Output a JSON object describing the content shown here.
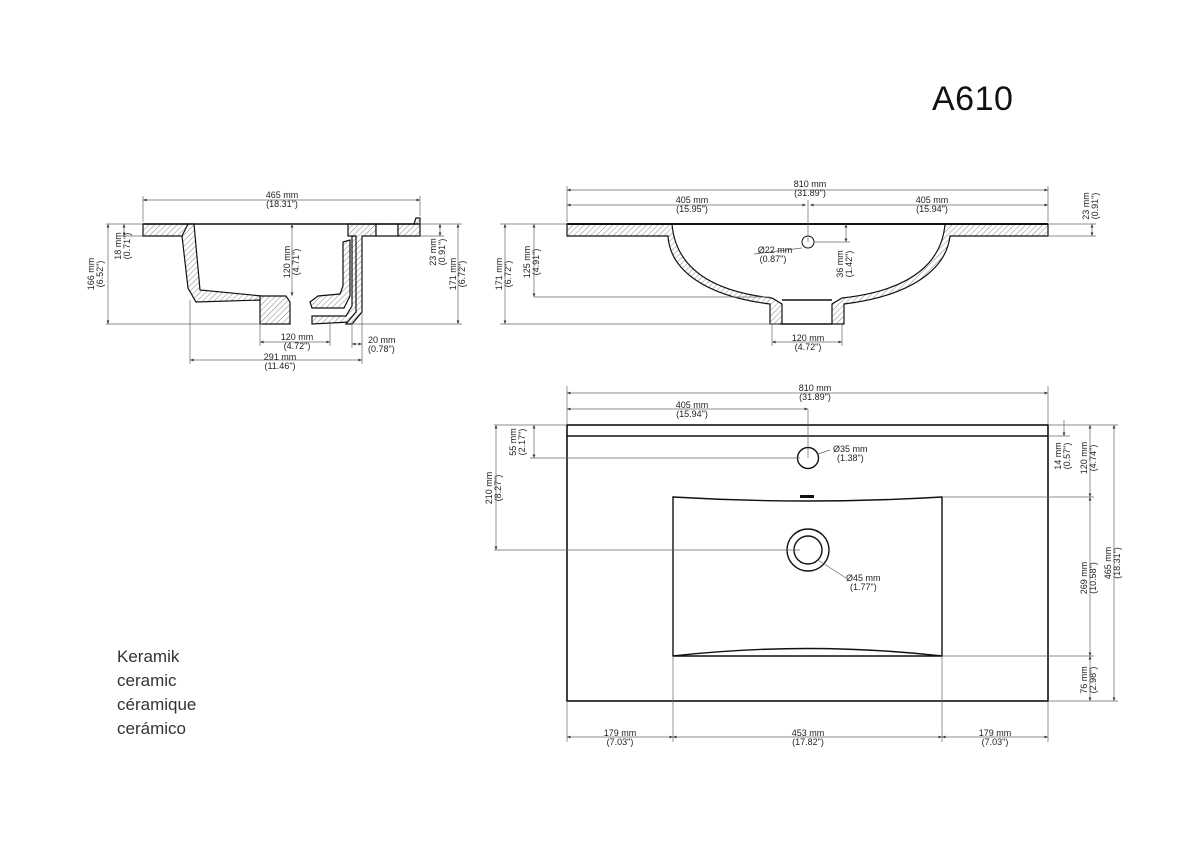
{
  "model": "A610",
  "materials": [
    "Keramik",
    "ceramic",
    "céramique",
    "cerámico"
  ],
  "side_section": {
    "width": {
      "mm": "465 mm",
      "in": "(18.31\")"
    },
    "total_height_left": {
      "mm": "166 mm",
      "in": "(6.52\")"
    },
    "rim_left": {
      "mm": "18 mm",
      "in": "(0.71\")"
    },
    "basin_depth": {
      "mm": "120 mm",
      "in": "(4.71\")"
    },
    "rim_right": {
      "mm": "23 mm",
      "in": "(0.91\")"
    },
    "total_height_right": {
      "mm": "171 mm",
      "in": "(6.72\")"
    },
    "drain_width": {
      "mm": "120 mm",
      "in": "(4.72\")"
    },
    "overflow_offset": {
      "mm": "20 mm",
      "in": "(0.78\")"
    },
    "bowl_width": {
      "mm": "291 mm",
      "in": "(11.46\")"
    }
  },
  "front_section": {
    "width": {
      "mm": "810 mm",
      "in": "(31.89\")"
    },
    "left_half": {
      "mm": "405 mm",
      "in": "(15.95\")"
    },
    "right_half": {
      "mm": "405 mm",
      "in": "(15.94\")"
    },
    "rim": {
      "mm": "23 mm",
      "in": "(0.91\")"
    },
    "total_height": {
      "mm": "171 mm",
      "in": "(6.72\")"
    },
    "bowl_height": {
      "mm": "125 mm",
      "in": "(4.91\")"
    },
    "overflow_dia": {
      "mm": "Ø22 mm",
      "in": "(0.87\")"
    },
    "overflow_depth": {
      "mm": "36 mm",
      "in": "(1.42\")"
    },
    "drain_width": {
      "mm": "120 mm",
      "in": "(4.72\")"
    }
  },
  "plan_view": {
    "width": {
      "mm": "810 mm",
      "in": "(31.89\")"
    },
    "tap_offset": {
      "mm": "405 mm",
      "in": "(15.94\")"
    },
    "tap_from_back": {
      "mm": "55 mm",
      "in": "(2.17\")"
    },
    "drain_from_back": {
      "mm": "210 mm",
      "in": "(8.27\")"
    },
    "tap_hole": {
      "mm": "Ø35 mm",
      "in": "(1.38\")"
    },
    "drain_hole": {
      "mm": "Ø45 mm",
      "in": "(1.77\")"
    },
    "back_ledge": {
      "mm": "14 mm",
      "in": "(0.57\")"
    },
    "back_to_bowl": {
      "mm": "120 mm",
      "in": "(4.74\")"
    },
    "bowl_length": {
      "mm": "269 mm",
      "in": "(10.58\")"
    },
    "depth": {
      "mm": "465 mm",
      "in": "(18.31\")"
    },
    "front_margin": {
      "mm": "76 mm",
      "in": "(2.98\")"
    },
    "left_margin": {
      "mm": "179 mm",
      "in": "(7.03\")"
    },
    "bowl_width": {
      "mm": "453 mm",
      "in": "(17.82\")"
    },
    "right_margin": {
      "mm": "179 mm",
      "in": "(7.03\")"
    }
  }
}
